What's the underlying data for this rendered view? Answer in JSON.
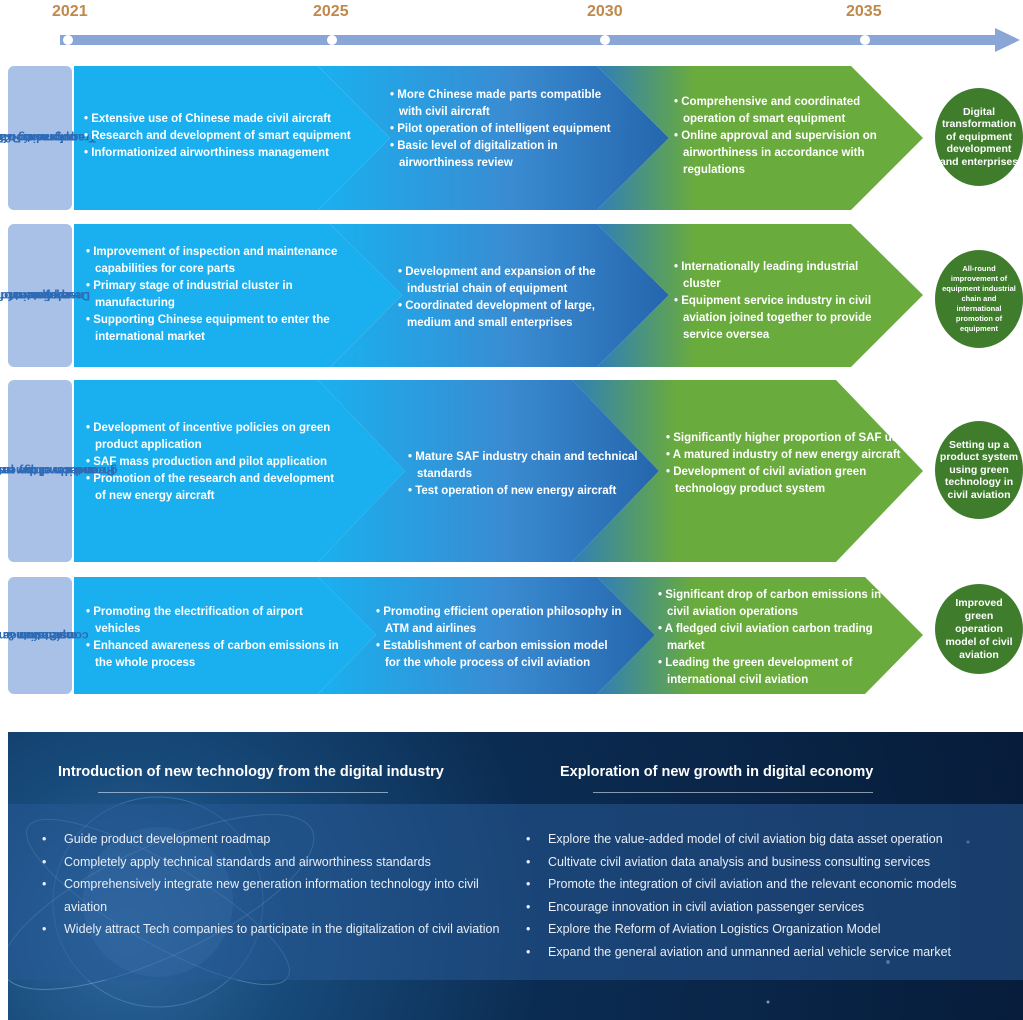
{
  "timeline": {
    "years": [
      "2021",
      "2025",
      "2030",
      "2035"
    ],
    "colors": {
      "axis": "#8aa6d6",
      "year": "#c0884a"
    }
  },
  "rows": [
    {
      "label": "Transformation and upgrading of equipment R&D",
      "label_lines": [
        "Transformation and",
        "upgrading of",
        "equipment R&D"
      ],
      "stages": [
        [
          "Extensive use of Chinese made civil aircraft",
          "Research and development of smart equipment",
          "Informationized airworthiness management"
        ],
        [
          "More Chinese made parts compatible with civil aircraft",
          "Pilot operation of intelligent equipment",
          "Basic level of digitalization in airworthiness review"
        ],
        [
          "Comprehensive and coordinated operation of smart equipment",
          "Online approval and supervision on airworthiness in accordance with regulations"
        ]
      ],
      "goal": "Digital transformation of equipment development and enterprises"
    },
    {
      "label": "Development of a new system for equipment application",
      "label_lines": [
        "Development of a",
        "new system for",
        "equipment",
        "application"
      ],
      "stages": [
        [
          "Improvement of inspection and maintenance capabilities for core parts",
          "Primary stage of industrial cluster in manufacturing",
          "Supporting Chinese equipment to enter the international market"
        ],
        [
          "Development and expansion of the industrial chain of equipment",
          "Coordinated development of large, medium and small enterprises"
        ],
        [
          "Internationally leading industrial cluster",
          "Equipment service industry in civil aviation joined together to provide service oversea"
        ]
      ],
      "goal": "All-round improvement of equipment industrial chain and international promotion of equipment"
    },
    {
      "label": "Promotion of the research and development of green technology products",
      "label_lines": [
        "Promotion of the research",
        "and development of",
        "green technology products"
      ],
      "stages": [
        [
          "Development of incentive policies on green product application",
          "SAF mass production and pilot application",
          "Promotion of the research and development of new energy aircraft"
        ],
        [
          "Mature SAF industry chain and technical standards",
          "Test operation of new energy aircraft"
        ],
        [
          "Significantly higher proportion of SAF use",
          "A matured industry of new energy aircraft",
          "Development of civil aviation green technology product system"
        ]
      ],
      "goal": "Setting up a product system using green technology in civil aviation"
    },
    {
      "label": "Smart construction and operation & maintenance",
      "label_lines": [
        "Smart",
        "construction and",
        "operation &",
        "maintenance"
      ],
      "stages": [
        [
          "Promoting the electrification of airport vehicles",
          "Enhanced awareness of carbon emissions in the whole process"
        ],
        [
          "Promoting efficient operation philosophy in ATM and airlines",
          "Establishment of carbon emission model for the whole process of civil aviation"
        ],
        [
          "Significant drop of carbon emissions in civil aviation operations",
          "A fledged civil aviation carbon trading market",
          "Leading the green development of international civil aviation"
        ]
      ],
      "goal": "Improved green operation model of civil aviation"
    }
  ],
  "bottom": {
    "left": {
      "title": "Introduction of new technology from the digital industry",
      "items": [
        "Guide product development roadmap",
        "Completely apply technical standards and airworthiness standards",
        "Comprehensively integrate new generation information technology into civil aviation",
        "Widely attract Tech companies to participate in the digitalization of civil aviation"
      ]
    },
    "right": {
      "title": "Exploration of new growth in digital economy",
      "items": [
        "Explore the value-added model of civil aviation big data asset operation",
        "Cultivate civil aviation data analysis and business consulting services",
        "Promote the integration of civil aviation and the relevant economic models",
        "Encourage innovation in civil aviation passenger services",
        "Explore the Reform of Aviation Logistics Organization Model",
        "Expand the general aviation and unmanned aerial vehicle service market"
      ]
    }
  },
  "colors": {
    "blue_light": "#1ab0ef",
    "blue_dark": "#2566ad",
    "green": "#6aab3d",
    "goal_green": "#3f7d2d",
    "label_bg": "#a9c1e6",
    "label_text": "#2e6bb6"
  }
}
